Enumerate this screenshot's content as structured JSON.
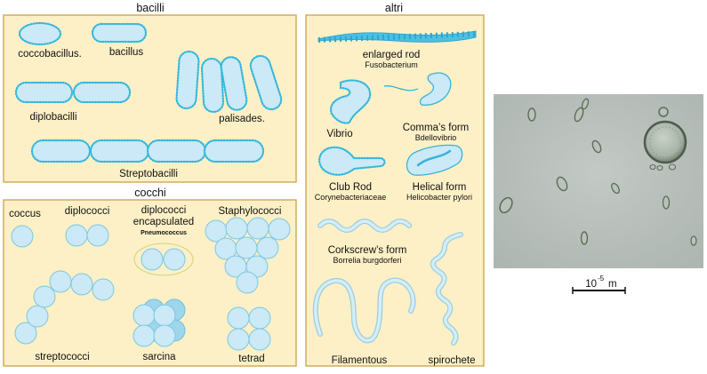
{
  "bacilli": {
    "title": "bacilli",
    "coccobacillus": "coccobacillus.",
    "bacillus": "bacillus",
    "diplobacilli": "diplobacilli",
    "palisades": "palisades.",
    "streptobacilli": "Streptobacilli"
  },
  "altri": {
    "title": "altri",
    "enlarged_rod": "enlarged rod",
    "fusobacterium": "Fusobacterium",
    "vibrio": "Vibrio",
    "commas_form": "Comma’s form",
    "bdellovibrio": "Bdellovibrio",
    "club_rod": "Club Rod",
    "corynebacteriaceae": "Corynebacteriaceae",
    "helical_form": "Helical form",
    "helicobacter": "Helicobacter pylori",
    "corkscrews_form": "Corkscrew’s form",
    "borrelia": "Borrelia burgdorferi",
    "filamentous": "Filamentous",
    "spirochete": "spirochete"
  },
  "cocchi": {
    "title": "cocchi",
    "coccus": "coccus",
    "diplococci": "diplococci",
    "diplococci_enc_1": "diplococci",
    "diplococci_enc_2": "encapsulated",
    "pneumococcus": "Pneumococcus",
    "staphylococci": "Staphylococci",
    "streptococci": "streptococci",
    "sarcina": "sarcina",
    "tetrad": "tetrad"
  },
  "micrograph": {
    "scale_base": "10",
    "scale_exp": "-5",
    "scale_unit": "m"
  },
  "colors": {
    "panel_fill": "#fdf0c6",
    "panel_border": "#c8a24a",
    "cell_fill": "#cbe9f6",
    "cell_outline": "#38b4d8"
  }
}
